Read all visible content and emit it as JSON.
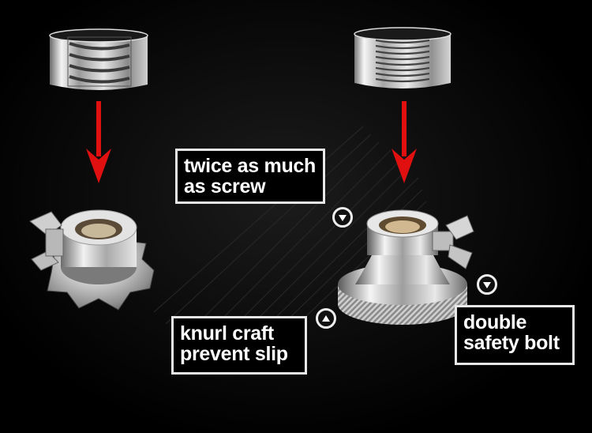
{
  "labels": {
    "twice": "twice as much\nas screw",
    "knurl": "knurl craft\nprevent slip",
    "double": "double\nsafety bolt"
  },
  "icons": {
    "arrow_color": "#e01010",
    "badge_down": "triangle-down-icon",
    "badge_up": "triangle-up-icon"
  }
}
